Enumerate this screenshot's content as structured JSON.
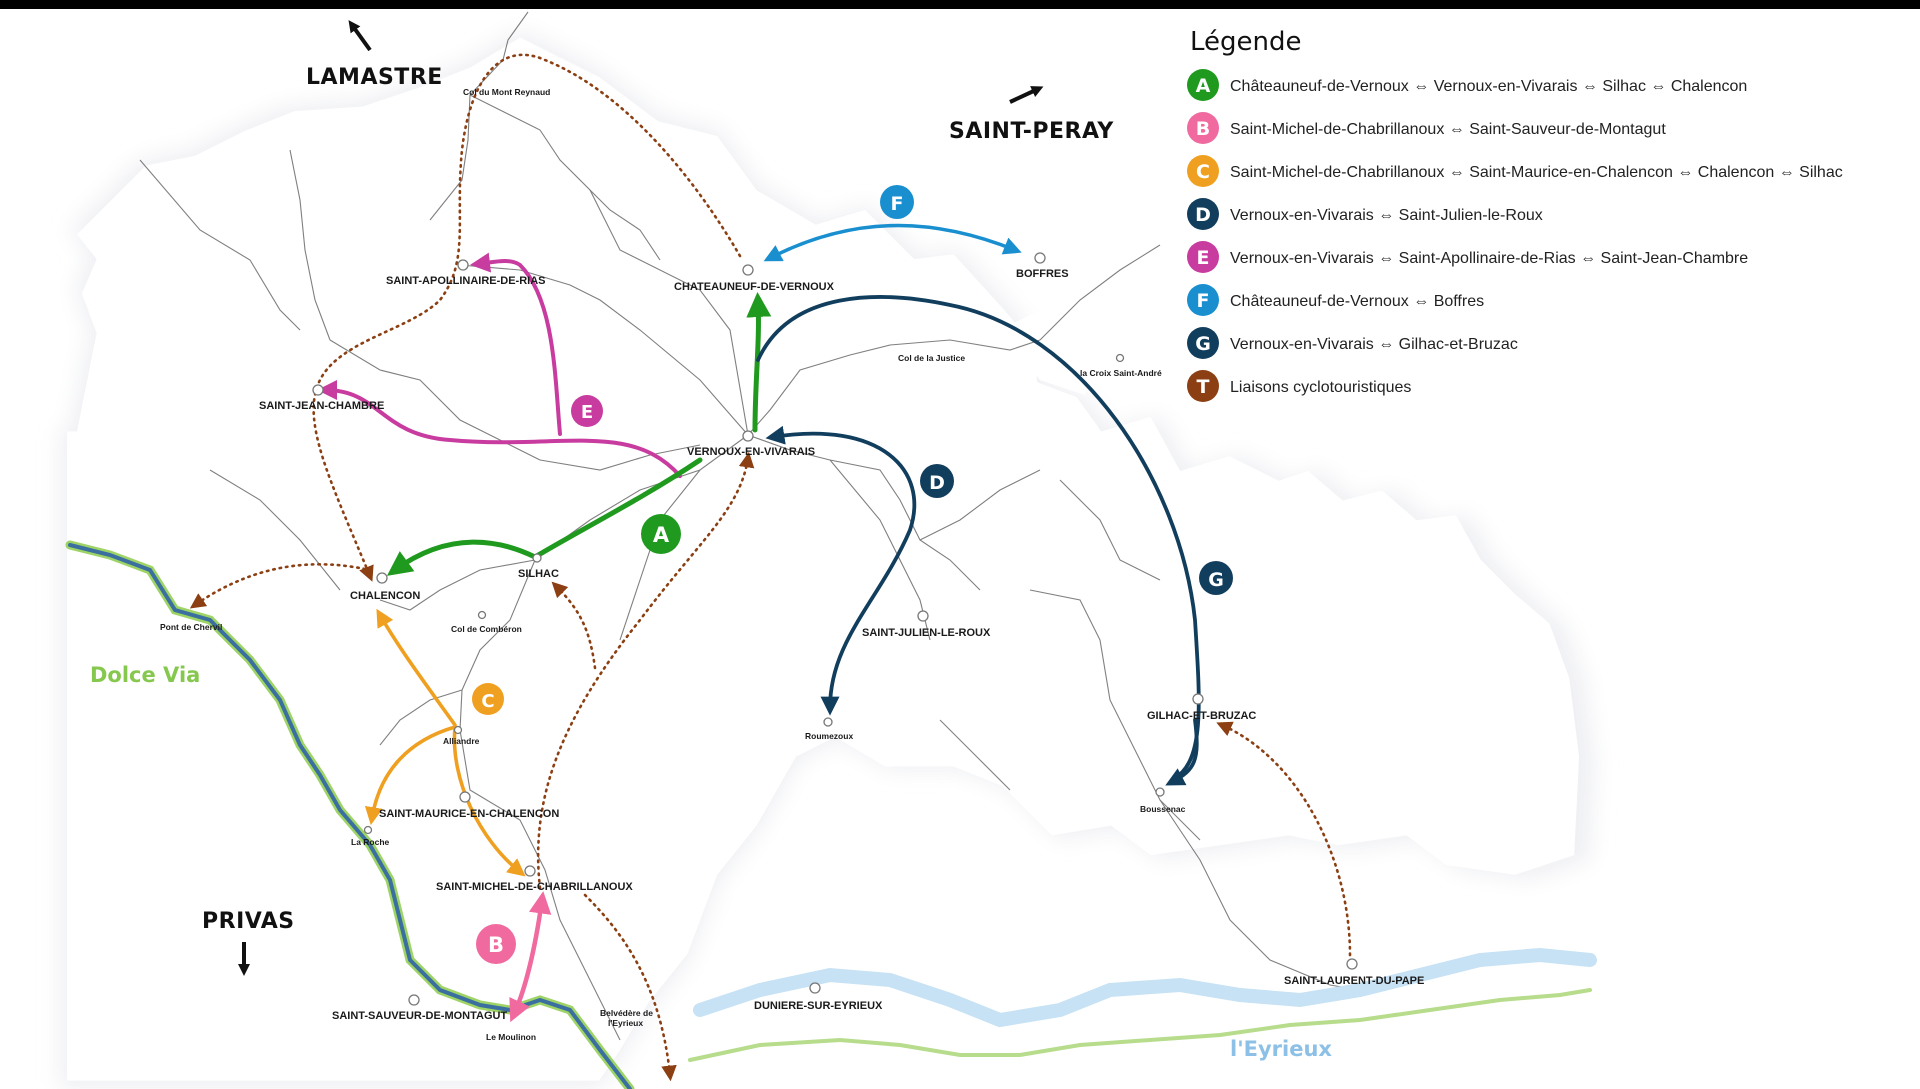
{
  "directions": {
    "lamastre": "LAMASTRE",
    "saint_peray": "SAINT-PERAY",
    "privas": "PRIVAS"
  },
  "water": {
    "dolce_via": "Dolce Via",
    "eyrieux": "l'Eyrieux"
  },
  "places": {
    "col_mont_reynaud": "Col du Mont Reynaud",
    "saint_apollinaire": "SAINT-APOLLINAIRE-DE-RIAS",
    "chateauneuf": "CHATEAUNEUF-DE-VERNOUX",
    "boffres": "BOFFRES",
    "col_justice": "Col de la Justice",
    "croix_saint_andre": "la Croix Saint-André",
    "saint_jean_chambre": "SAINT-JEAN-CHAMBRE",
    "vernoux": "VERNOUX-EN-VIVARAIS",
    "silhac": "SILHAC",
    "chalencon": "CHALENCON",
    "pont_chervil": "Pont de Chervil",
    "col_comberon": "Col de Combéron",
    "saint_julien": "SAINT-JULIEN-LE-ROUX",
    "alliandre": "Alliandre",
    "roumezoux": "Roumezoux",
    "gilhac": "GILHAC-ET-BRUZAC",
    "boussenac": "Boussenac",
    "saint_maurice": "SAINT-MAURICE-EN-CHALENCON",
    "la_roche": "La Roche",
    "saint_michel": "SAINT-MICHEL-DE-CHABRILLANOUX",
    "saint_laurent": "SAINT-LAURENT-DU-PAPE",
    "saint_sauveur": "SAINT-SAUVEUR-DE-MONTAGUT",
    "le_moulinon": "Le Moulinon",
    "belvedere_1": "Belvédère de",
    "belvedere_2": "l'Eyrieux",
    "duniere": "DUNIERE-SUR-EYRIEUX"
  },
  "badges": {
    "A": "A",
    "B": "B",
    "C": "C",
    "D": "D",
    "E": "E",
    "F": "F",
    "G": "G"
  },
  "legend": {
    "title": "Légende",
    "items": [
      {
        "letter": "A",
        "color": "#1f9a1f",
        "text": "Châteauneuf-de-Vernoux ⇔ Vernoux-en-Vivarais ⇔ Silhac ⇔ Chalencon"
      },
      {
        "letter": "B",
        "color": "#f06aa0",
        "text": "Saint-Michel-de-Chabrillanoux ⇔ Saint-Sauveur-de-Montagut"
      },
      {
        "letter": "C",
        "color": "#f0a020",
        "text": "Saint-Michel-de-Chabrillanoux  ⇔ Saint-Maurice-en-Chalencon ⇔ Chalencon ⇔ Silhac"
      },
      {
        "letter": "D",
        "color": "#123e5e",
        "text": "Vernoux-en-Vivarais ⇔ Saint-Julien-le-Roux"
      },
      {
        "letter": "E",
        "color": "#c83ca0",
        "text": "Vernoux-en-Vivarais ⇔ Saint-Apollinaire-de-Rias ⇔ Saint-Jean-Chambre"
      },
      {
        "letter": "F",
        "color": "#1a8fcf",
        "text": "Châteauneuf-de-Vernoux ⇔ Boffres"
      },
      {
        "letter": "G",
        "color": "#123e5e",
        "text": "Vernoux-en-Vivarais ⇔ Gilhac-et-Bruzac"
      },
      {
        "letter": "T",
        "color": "#8b3f12",
        "text": "Liaisons cyclotouristiques"
      }
    ]
  },
  "colors": {
    "A": "#1f9a1f",
    "B": "#f06aa0",
    "C": "#f0a020",
    "D": "#123e5e",
    "E": "#c83ca0",
    "F": "#1a8fcf",
    "G": "#123e5e",
    "T": "#8b3f12",
    "river": "#3b6fa0",
    "dolce_via": "#9ed466",
    "eyrieux_label": "#8cc0e6",
    "dolce_label": "#86c84e"
  }
}
